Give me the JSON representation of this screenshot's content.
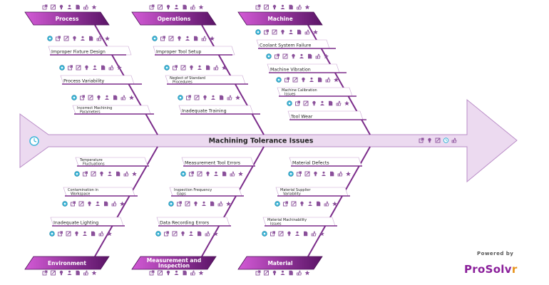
{
  "problem": "Machining Tolerance Issues",
  "branding": {
    "powered_by": "Powered by",
    "logo_main": "ProSolv",
    "logo_accent": "r"
  },
  "colors": {
    "spine_fill": "#ecdaf0",
    "spine_stroke": "#b98cc7",
    "bone": "#7b2c8a",
    "header_left": "#c94fd0",
    "header_right": "#5a1466",
    "icon": "#8a4f9a",
    "icon_cyan": "#3bb6d8"
  },
  "icons": [
    "dot-icon",
    "external-link-icon",
    "edit-icon",
    "lightbulb-icon",
    "person-icon",
    "document-icon",
    "like-icon",
    "star-icon"
  ],
  "spine_icons": [
    "external-link-icon",
    "lightbulb-icon",
    "edit-icon",
    "clock-icon",
    "like-icon"
  ],
  "categories": [
    {
      "name": "Process",
      "name2": "",
      "causes": [
        {
          "line1": "Improper Fixture Design",
          "line2": ""
        },
        {
          "line1": "Process Variability",
          "line2": ""
        },
        {
          "line1": "Incorrect Machining",
          "line2": "Parameters"
        }
      ]
    },
    {
      "name": "Operations",
      "name2": "",
      "causes": [
        {
          "line1": "Improper Tool Setup",
          "line2": ""
        },
        {
          "line1": "Neglect of Standard",
          "line2": "Procedures"
        },
        {
          "line1": "Inadequate Training",
          "line2": ""
        }
      ]
    },
    {
      "name": "Machine",
      "name2": "",
      "causes": [
        {
          "line1": "Coolant System Failure",
          "line2": ""
        },
        {
          "line1": "Machine Vibration",
          "line2": ""
        },
        {
          "line1": "Machine Calibration",
          "line2": "Issues"
        },
        {
          "line1": "Tool Wear",
          "line2": ""
        }
      ]
    },
    {
      "name": "Environment",
      "name2": "",
      "causes": [
        {
          "line1": "Temperature",
          "line2": "Fluctuations"
        },
        {
          "line1": "Contamination in",
          "line2": "Workspace"
        },
        {
          "line1": "Inadequate Lighting",
          "line2": ""
        }
      ]
    },
    {
      "name": "Measurement and",
      "name2": "Inspection",
      "causes": [
        {
          "line1": "Measurement Tool Errors",
          "line2": ""
        },
        {
          "line1": "Inspection Frequency",
          "line2": "Gaps"
        },
        {
          "line1": "Data Recording Errors",
          "line2": ""
        }
      ]
    },
    {
      "name": "Material",
      "name2": "",
      "causes": [
        {
          "line1": "Material Defects",
          "line2": ""
        },
        {
          "line1": "Material Supplier",
          "line2": "Variability"
        },
        {
          "line1": "Material Machinability",
          "line2": "Issues"
        }
      ]
    }
  ]
}
